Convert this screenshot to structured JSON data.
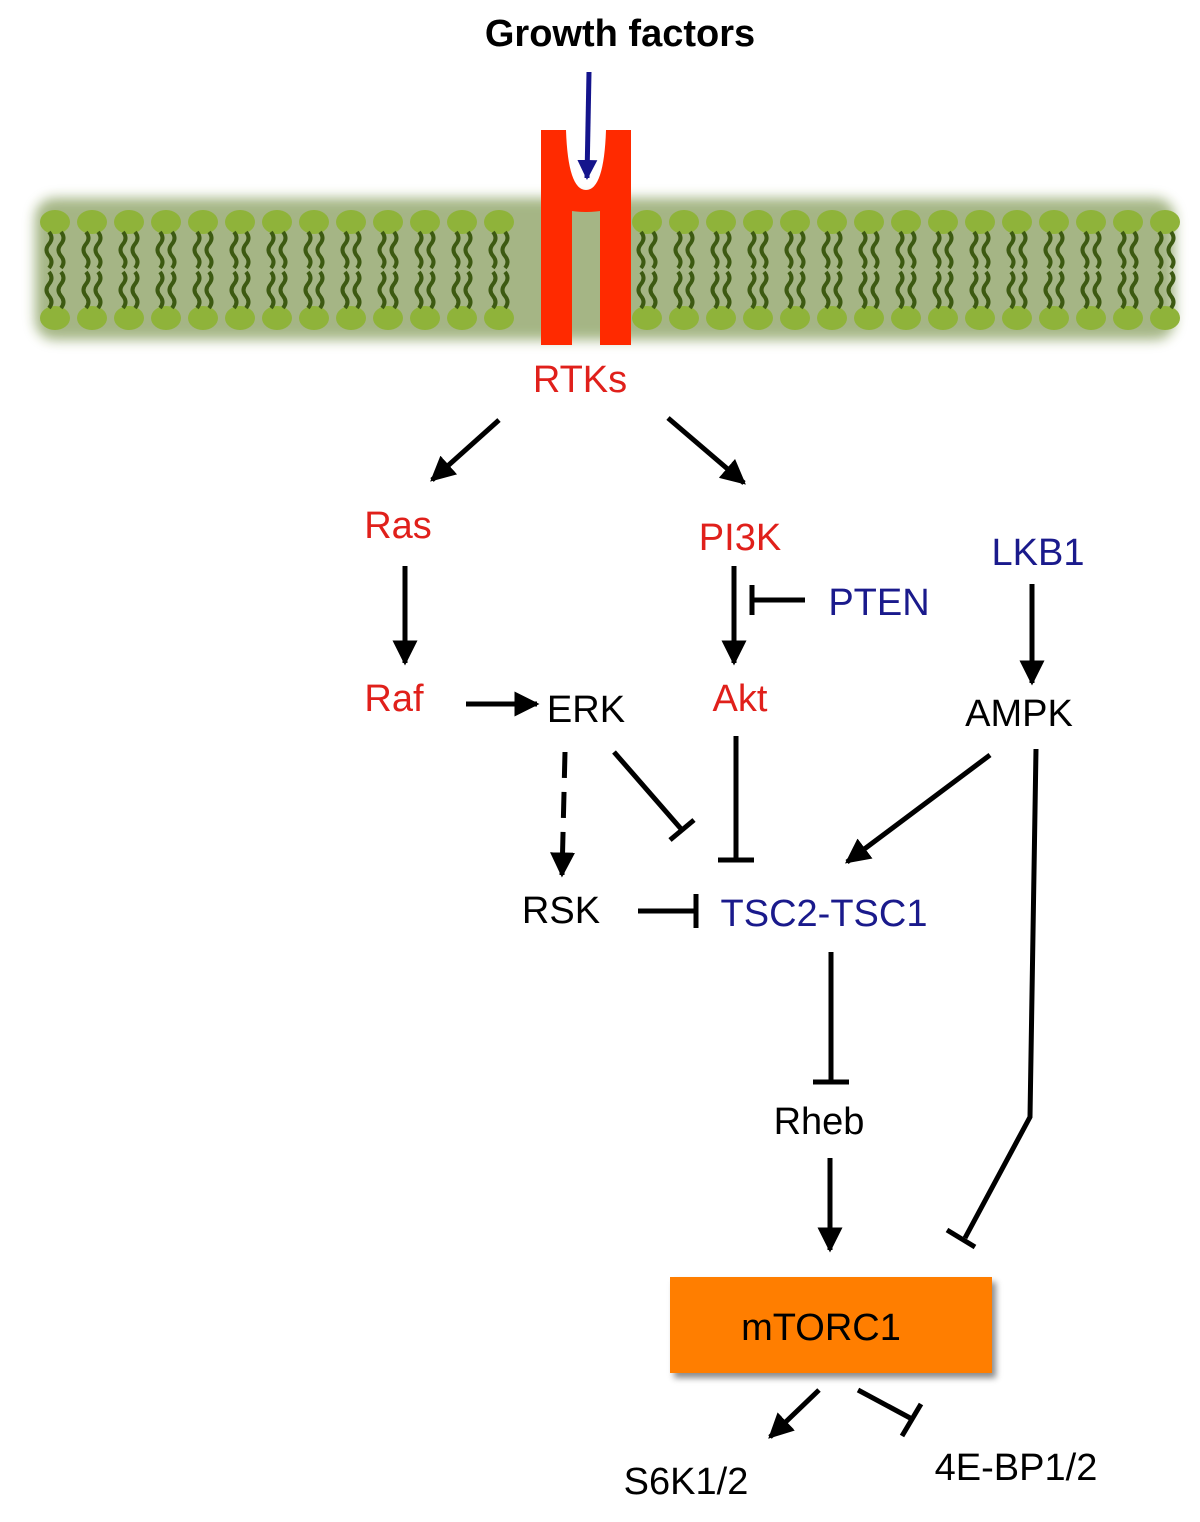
{
  "title": "Growth factors",
  "colors": {
    "oncogene": "#e0201b",
    "tumor_suppressor": "#1a1a8c",
    "neutral": "#000000",
    "receptor": "#ff2a00",
    "membrane": "#6b8c2a",
    "mtorc1_box": "#ff7e00",
    "growth_factor_arrow": "#14148c"
  },
  "nodes": {
    "rtks": "RTKs",
    "ras": "Ras",
    "raf": "Raf",
    "erk": "ERK",
    "rsk": "RSK",
    "pi3k": "PI3K",
    "pten": "PTEN",
    "akt": "Akt",
    "lkb1": "LKB1",
    "ampk": "AMPK",
    "tsc": "TSC2-TSC1",
    "rheb": "Rheb",
    "mtorc1": "mTORC1",
    "s6k": "S6K1/2",
    "ebp": "4E-BP1/2"
  },
  "edges": [
    {
      "from": "Growth factors",
      "to": "RTKs",
      "type": "activation"
    },
    {
      "from": "RTKs",
      "to": "Ras",
      "type": "activation"
    },
    {
      "from": "RTKs",
      "to": "PI3K",
      "type": "activation"
    },
    {
      "from": "Ras",
      "to": "Raf",
      "type": "activation"
    },
    {
      "from": "Raf",
      "to": "ERK",
      "type": "activation"
    },
    {
      "from": "ERK",
      "to": "RSK",
      "type": "activation-dashed"
    },
    {
      "from": "ERK",
      "to": "TSC2-TSC1",
      "type": "inhibition"
    },
    {
      "from": "RSK",
      "to": "TSC2-TSC1",
      "type": "inhibition"
    },
    {
      "from": "PI3K",
      "to": "Akt",
      "type": "activation"
    },
    {
      "from": "PTEN",
      "to": "PI3K-Akt",
      "type": "inhibition"
    },
    {
      "from": "Akt",
      "to": "TSC2-TSC1",
      "type": "inhibition"
    },
    {
      "from": "LKB1",
      "to": "AMPK",
      "type": "activation"
    },
    {
      "from": "AMPK",
      "to": "TSC2-TSC1",
      "type": "activation"
    },
    {
      "from": "AMPK",
      "to": "mTORC1",
      "type": "inhibition"
    },
    {
      "from": "TSC2-TSC1",
      "to": "Rheb",
      "type": "inhibition"
    },
    {
      "from": "Rheb",
      "to": "mTORC1",
      "type": "activation"
    },
    {
      "from": "mTORC1",
      "to": "S6K1/2",
      "type": "activation"
    },
    {
      "from": "mTORC1",
      "to": "4E-BP1/2",
      "type": "inhibition"
    }
  ]
}
